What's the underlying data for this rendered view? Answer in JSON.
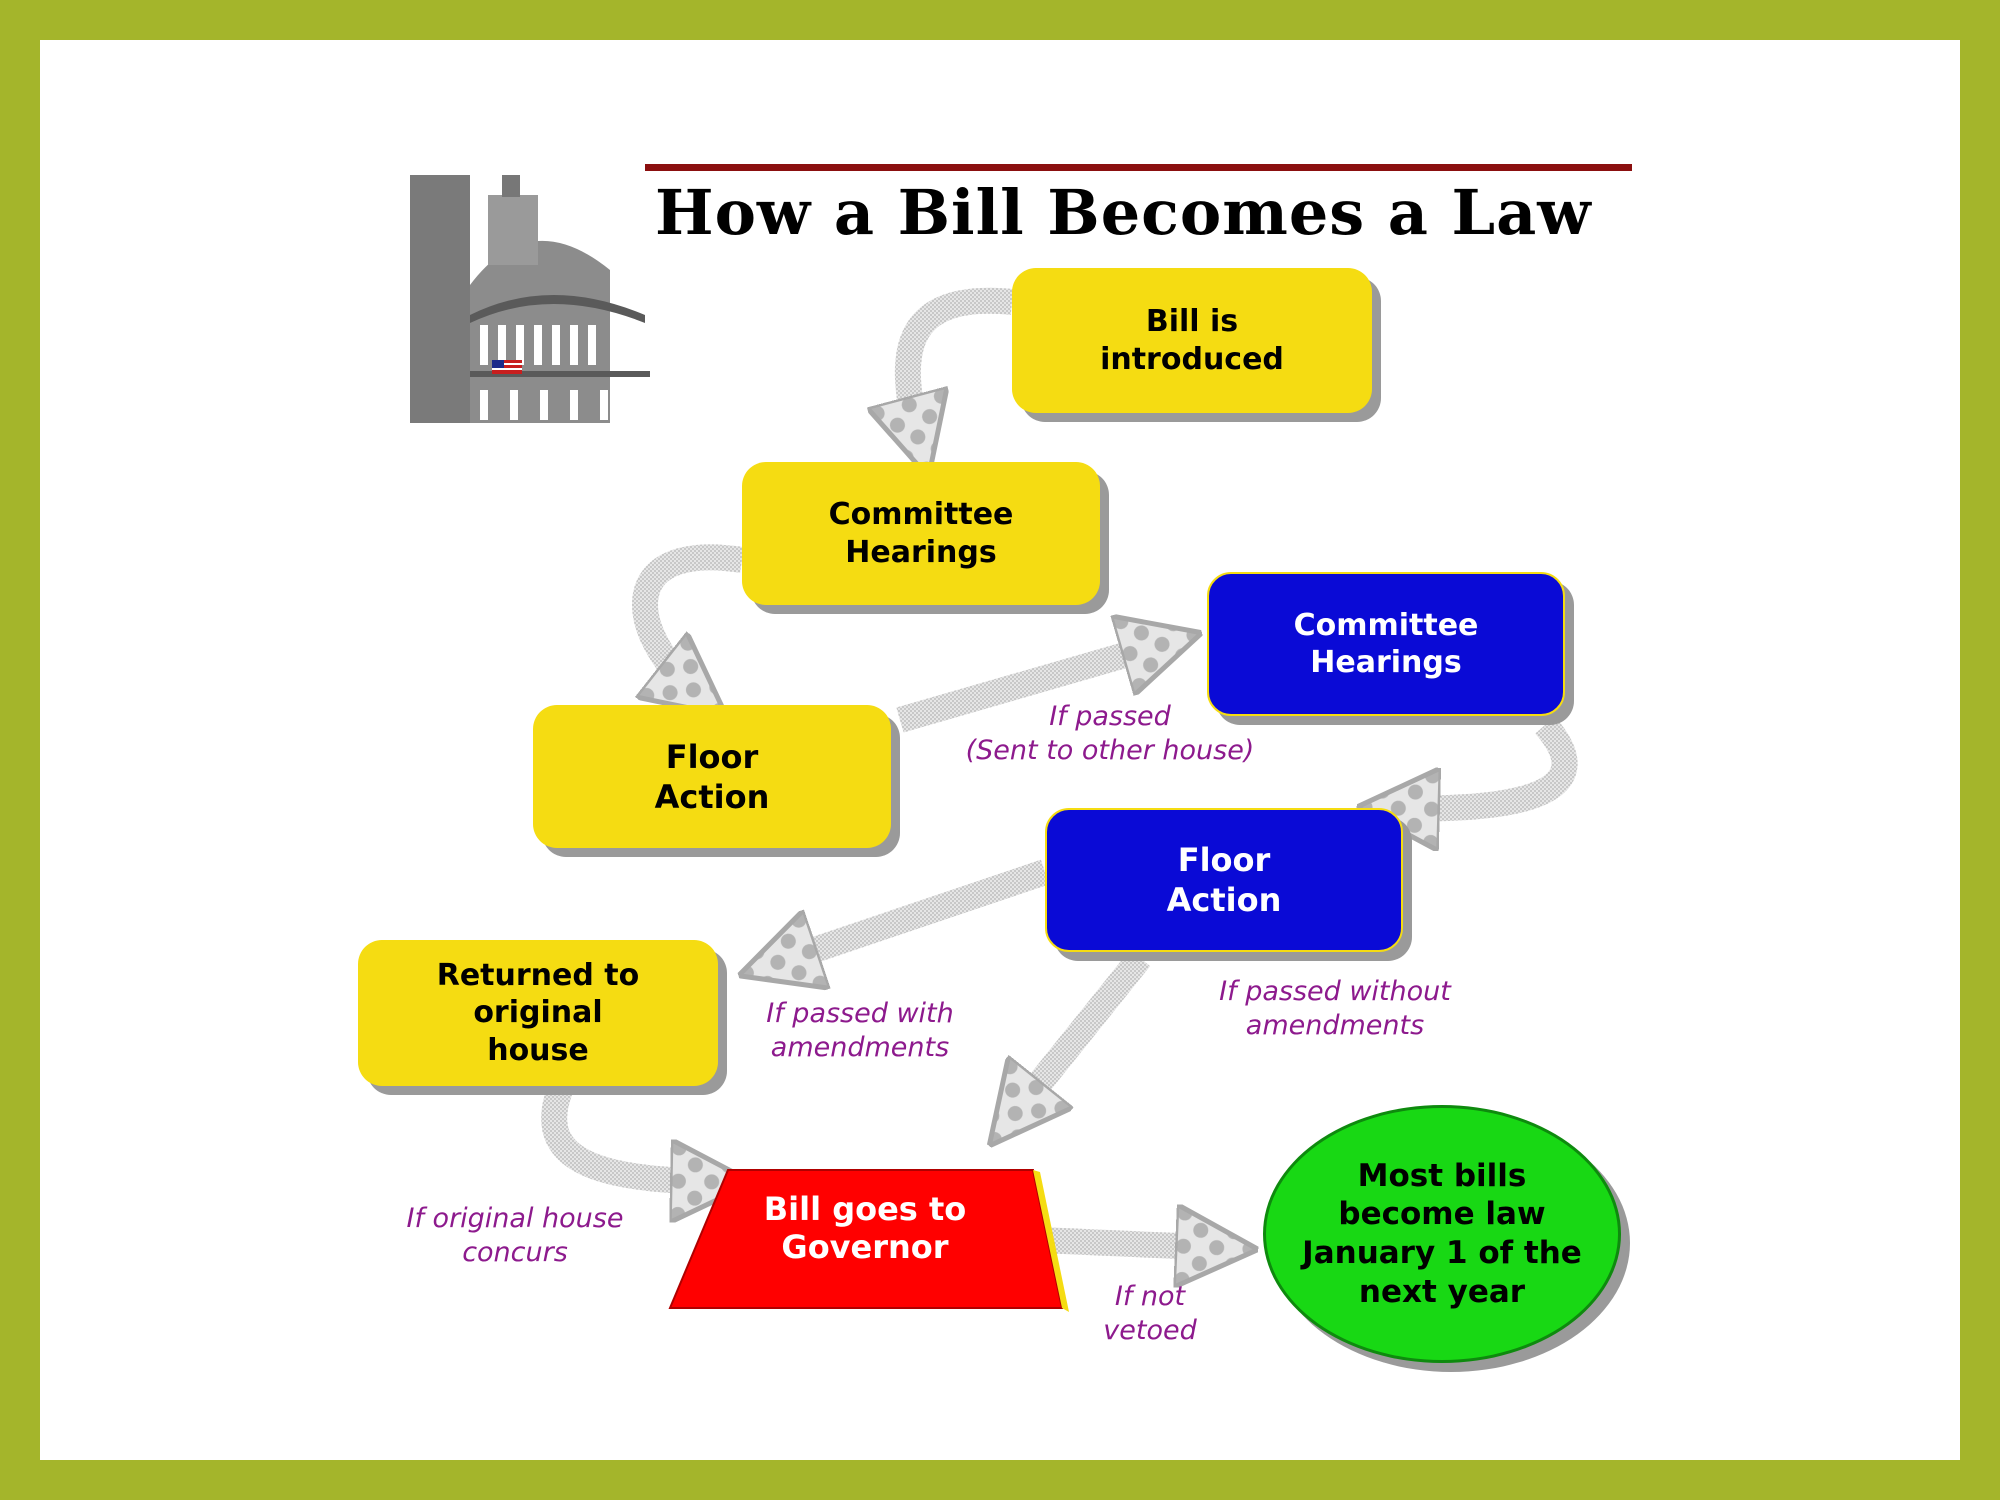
{
  "title": "How a Bill Becomes a Law",
  "image": {
    "name": "Capitol dome with flag"
  },
  "colors": {
    "frame": "#a4b52b",
    "title_rule": "#8b0f0f",
    "first_house": "#f5dc12",
    "second_house": "#0a0ad6",
    "governor": "#ff0000",
    "law": "#18d814",
    "condition_text": "#8d1a8d",
    "arrow": "#d0d0d0"
  },
  "nodes": {
    "introduced": "Bill is\nintroduced",
    "committee_1": "Committee\nHearings",
    "floor_1": "Floor\nAction",
    "committee_2": "Committee\nHearings",
    "floor_2": "Floor\nAction",
    "returned": "Returned to\noriginal\nhouse",
    "governor": "Bill goes to\nGovernor",
    "law": "Most bills\nbecome law\nJanuary 1 of the\nnext year"
  },
  "conditions": {
    "to_other_house": "If passed\n(Sent to other house)",
    "with_amendments": "If passed with\namendments",
    "without_amendments": "If passed without\namendments",
    "concurs": "If original house\nconcurs",
    "not_vetoed": "If not\nvetoed"
  }
}
